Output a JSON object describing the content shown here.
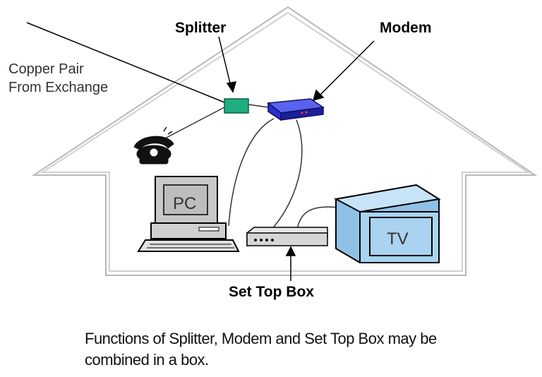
{
  "labels": {
    "splitter": "Splitter",
    "modem": "Modem",
    "copper_line1": "Copper Pair",
    "copper_line2": "From Exchange",
    "set_top_box": "Set Top Box",
    "pc_screen": "PC",
    "tv_screen": "TV"
  },
  "caption": {
    "line1": "Functions of Splitter, Modem and Set Top Box may be",
    "line2": "combined in a box."
  },
  "colors": {
    "splitter": "#1fae82",
    "modem": "#2a2fd0",
    "tv": "#a9d3f0",
    "house_outline": "#b8b8b8"
  }
}
